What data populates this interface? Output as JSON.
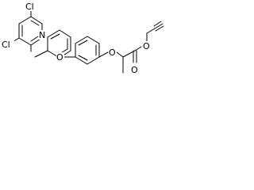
{
  "molecule": {
    "atoms": {
      "cl_top": "Cl",
      "cl_left": "Cl",
      "pyridine_n": "N",
      "ether_o1": "O",
      "ether_o2": "O",
      "carbonyl_o": "O",
      "ester_o": "O"
    }
  }
}
